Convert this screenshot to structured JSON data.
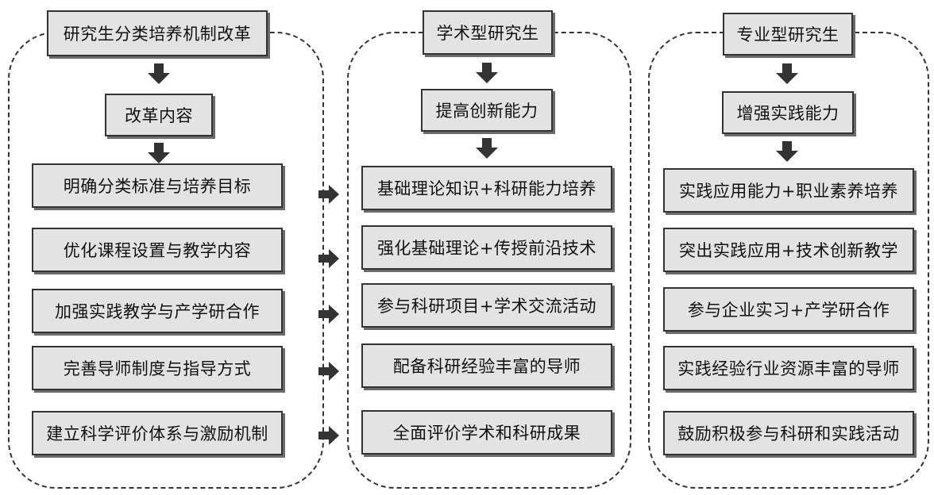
{
  "columns": [
    {
      "header": "研究生分类培养机制改革",
      "subheader": "改革内容",
      "items": [
        "明确分类标准与培养目标",
        "优化课程设置与教学内容",
        "加强实践教学与产学研合作",
        "完善导师制度与指导方式",
        "建立科学评价体系与激励机制"
      ]
    },
    {
      "header": "学术型研究生",
      "subheader": "提高创新能力",
      "items": [
        "基础理论知识+科研能力培养",
        "强化基础理论+传授前沿技术",
        "参与科研项目+学术交流活动",
        "配备科研经验丰富的导师",
        "全面评价学术和科研成果"
      ]
    },
    {
      "header": "专业型研究生",
      "subheader": "增强实践能力",
      "items": [
        "实践应用能力+职业素养培养",
        "突出实践应用+技术创新教学",
        "参与企业实习+产学研合作",
        "实践经验行业资源丰富的导师",
        "鼓励积极参与科研和实践活动"
      ]
    }
  ]
}
